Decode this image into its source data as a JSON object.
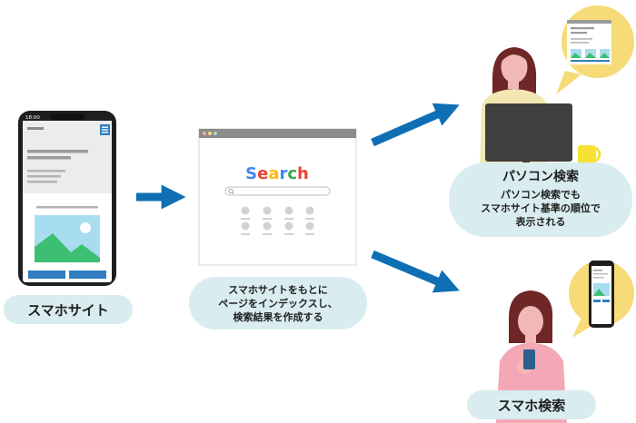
{
  "phone": {
    "time": "18:00"
  },
  "search_page": {
    "logo": [
      "S",
      "e",
      "a",
      "r",
      "c",
      "h"
    ],
    "logo_colors": [
      "#4285f4",
      "#ea4335",
      "#fbbc05",
      "#4285f4",
      "#34a853",
      "#ea4335"
    ]
  },
  "labels": {
    "smartphone_site": "スマホサイト",
    "indexing_note": [
      "スマホサイトをもとに",
      "ページをインデックスし、",
      "検索結果を作成する"
    ],
    "pc_search_title": "パソコン検索",
    "pc_search_note": [
      "パソコン検索でも",
      "スマホサイト基準の順位で",
      "表示される"
    ],
    "smartphone_search": "スマホ検索"
  },
  "colors": {
    "arrow": "#0e6fb5",
    "pill_bg": "#d9ecef",
    "bubble": "#f6db78",
    "skin": "#f1b8b5",
    "hair": "#6f2626",
    "pc_shirt": "#f3e7b4",
    "sp_shirt": "#f4a8b6",
    "monitor": "#3f3f3f",
    "mug": "#f7e233",
    "image_green": "#3dbf73",
    "image_sky": "#a8ddf0",
    "phone_blue": "#2f7fc0"
  }
}
